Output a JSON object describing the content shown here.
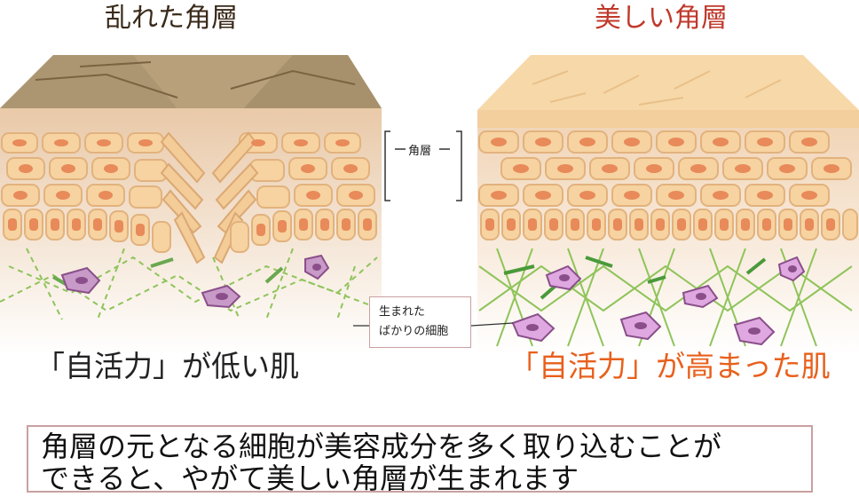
{
  "left_panel": {
    "title": "乱れた角層",
    "caption": "「自活力」が低い肌"
  },
  "right_panel": {
    "title": "美しい角層",
    "caption": "「自活力」が高まった肌"
  },
  "annotations": {
    "stratum_label": "角層",
    "newborn_cells_line1": "生まれた",
    "newborn_cells_line2": "ばかりの細胞"
  },
  "message": {
    "line1": "角層の元となる細胞が美容成分を多く取り込むことが",
    "line2": "できると、やがて美しい角層が生まれます"
  },
  "colors": {
    "title_left": "#3a2a1a",
    "title_right": "#c0392b",
    "caption_left": "#222222",
    "caption_right": "#e8601c",
    "cell_fill": "#f6d3a0",
    "cell_nucleus": "#e88a5a",
    "fiber_green": "#8fc45a",
    "immune_cell": "#b87ab8"
  }
}
